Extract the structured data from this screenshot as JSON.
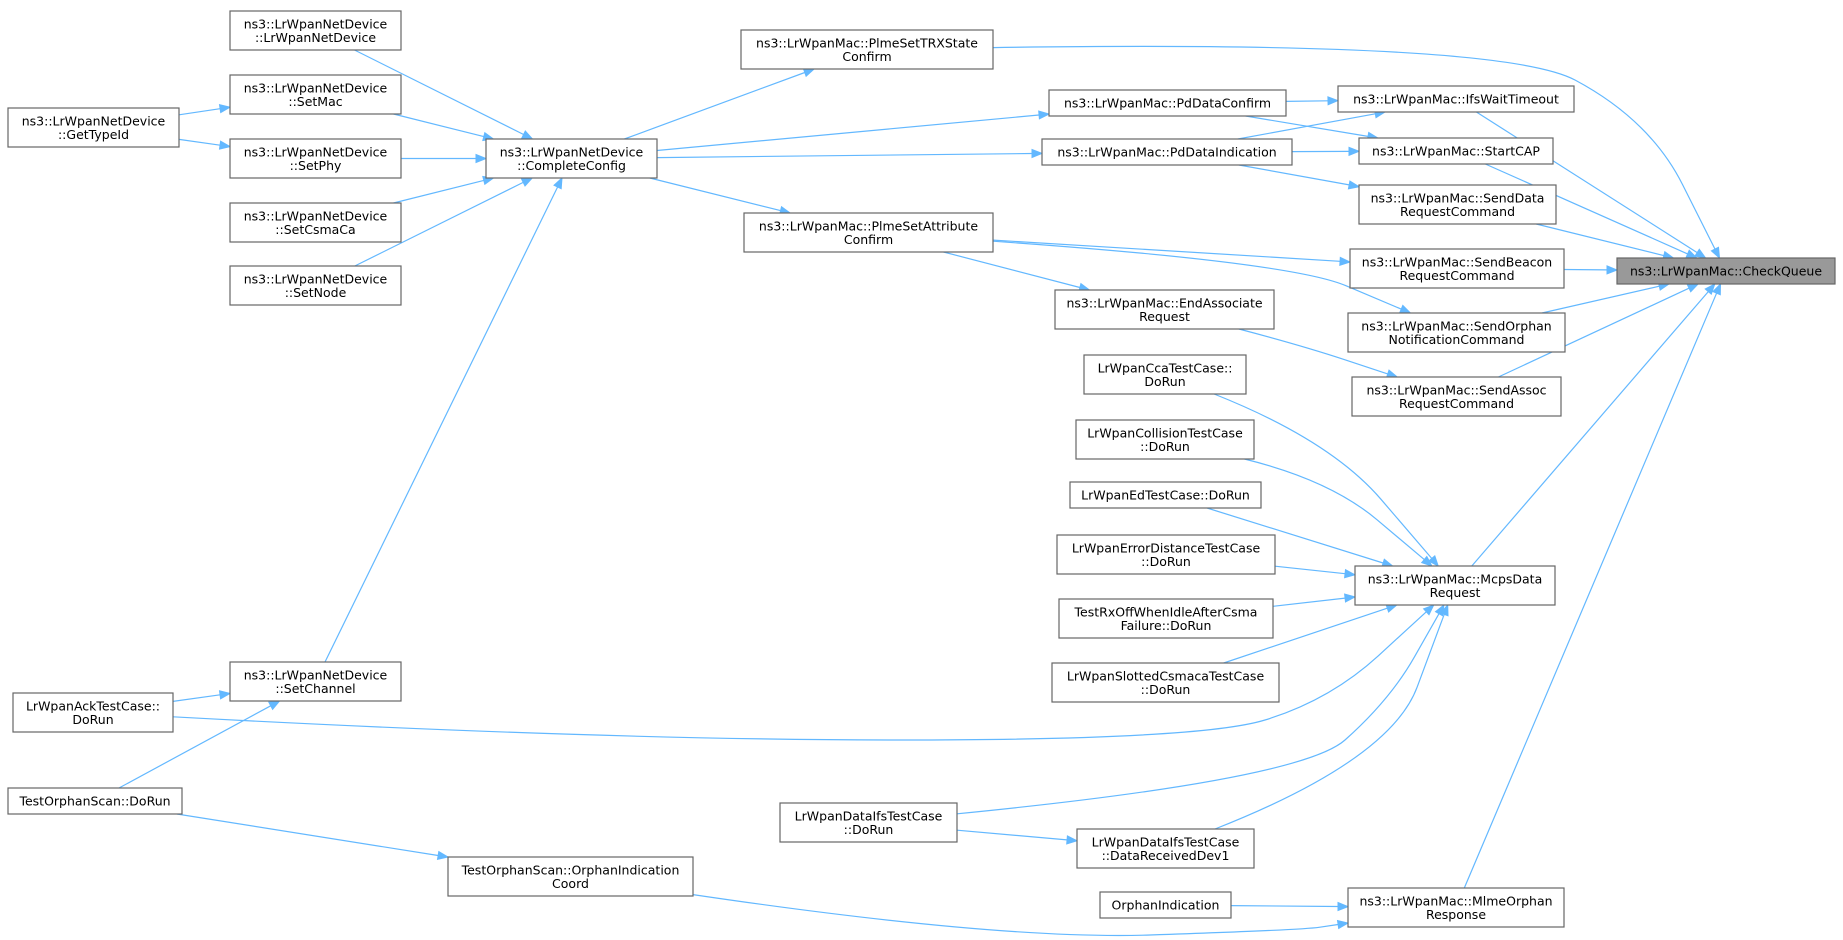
{
  "colors": {
    "edge": "#63b8ff",
    "node_border": "#666666",
    "highlight_fill": "#999999"
  },
  "nodes": {
    "checkqueue": [
      "ns3::LrWpanMac::CheckQueue"
    ],
    "nd_lrwpannetdevice": [
      "ns3::LrWpanNetDevice",
      "::LrWpanNetDevice"
    ],
    "nd_setmac": [
      "ns3::LrWpanNetDevice",
      "::SetMac"
    ],
    "nd_gettypeid": [
      "ns3::LrWpanNetDevice",
      "::GetTypeId"
    ],
    "nd_setphy": [
      "ns3::LrWpanNetDevice",
      "::SetPhy"
    ],
    "nd_setcsmaca": [
      "ns3::LrWpanNetDevice",
      "::SetCsmaCa"
    ],
    "nd_setnode": [
      "ns3::LrWpanNetDevice",
      "::SetNode"
    ],
    "nd_completeconfig": [
      "ns3::LrWpanNetDevice",
      "::CompleteConfig"
    ],
    "nd_setchannel": [
      "ns3::LrWpanNetDevice",
      "::SetChannel"
    ],
    "ack_dorun": [
      "LrWpanAckTestCase::",
      "DoRun"
    ],
    "orphanscan_dorun": [
      "TestOrphanScan::DoRun"
    ],
    "orphanscan_orphanind": [
      "TestOrphanScan::OrphanIndication",
      "Coord"
    ],
    "plmesettrx": [
      "ns3::LrWpanMac::PlmeSetTRXState",
      "Confirm"
    ],
    "pddataconfirm": [
      "ns3::LrWpanMac::PdDataConfirm"
    ],
    "pddataind": [
      "ns3::LrWpanMac::PdDataIndication"
    ],
    "plmesetattr": [
      "ns3::LrWpanMac::PlmeSetAttribute",
      "Confirm"
    ],
    "endassoc": [
      "ns3::LrWpanMac::EndAssociate",
      "Request"
    ],
    "ifswait": [
      "ns3::LrWpanMac::IfsWaitTimeout"
    ],
    "startcap": [
      "ns3::LrWpanMac::StartCAP"
    ],
    "senddatareq": [
      "ns3::LrWpanMac::SendData",
      "RequestCommand"
    ],
    "sendbeaconreq": [
      "ns3::LrWpanMac::SendBeacon",
      "RequestCommand"
    ],
    "sendorphan": [
      "ns3::LrWpanMac::SendOrphan",
      "NotificationCommand"
    ],
    "sendassoc": [
      "ns3::LrWpanMac::SendAssoc",
      "RequestCommand"
    ],
    "mcpsdatareq": [
      "ns3::LrWpanMac::McpsData",
      "Request"
    ],
    "mlmeorphan": [
      "ns3::LrWpanMac::MlmeOrphan",
      "Response"
    ],
    "cca_dorun": [
      "LrWpanCcaTestCase::",
      "DoRun"
    ],
    "collision_dorun": [
      "LrWpanCollisionTestCase",
      "::DoRun"
    ],
    "ed_dorun": [
      "LrWpanEdTestCase::DoRun"
    ],
    "errdist_dorun": [
      "LrWpanErrorDistanceTestCase",
      "::DoRun"
    ],
    "rxoff_dorun": [
      "TestRxOffWhenIdleAfterCsma",
      "Failure::DoRun"
    ],
    "slotted_dorun": [
      "LrWpanSlottedCsmacaTestCase",
      "::DoRun"
    ],
    "dataifs_dorun": [
      "LrWpanDataIfsTestCase",
      "::DoRun"
    ],
    "dataifs_recv": [
      "LrWpanDataIfsTestCase",
      "::DataReceivedDev1"
    ],
    "orphanind": [
      "OrphanIndication"
    ]
  }
}
